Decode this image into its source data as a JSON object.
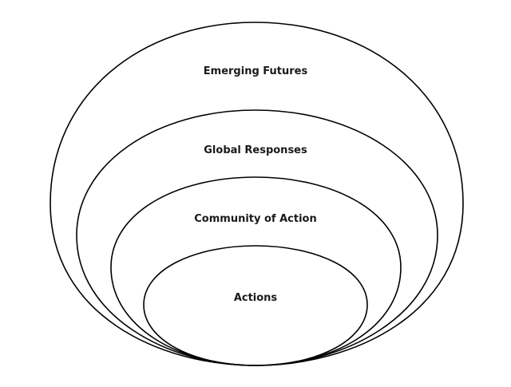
{
  "diagram": {
    "levels": [
      {
        "label": "Emerging Futures"
      },
      {
        "label": "Global Responses"
      },
      {
        "label": "Community of Action"
      },
      {
        "label": "Actions"
      }
    ]
  }
}
